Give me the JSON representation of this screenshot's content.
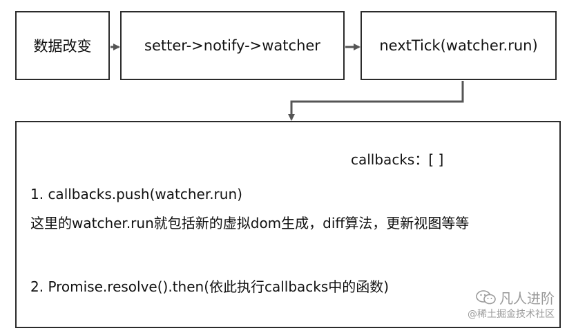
{
  "flow": {
    "step_data_change": "数据改变",
    "step_notify": "setter->notify->watcher",
    "step_next_tick": "nextTick(watcher.run)"
  },
  "panel": {
    "callbacks_label": "callbacks：[ ]",
    "item1": "1. callbacks.push(watcher.run)",
    "item1_desc": "这里的watcher.run就包括新的虚拟dom生成，diff算法，更新视图等等",
    "item2": "2. Promise.resolve().then(依此执行callbacks中的函数)"
  },
  "watermark": {
    "wechat_name": "凡人进阶",
    "site": "@稀土掘金技术社区",
    "icon": "wechat-icon"
  },
  "colors": {
    "line": "#2b2b2b",
    "arrow": "#555555",
    "watermark": "#9a9a9a"
  }
}
